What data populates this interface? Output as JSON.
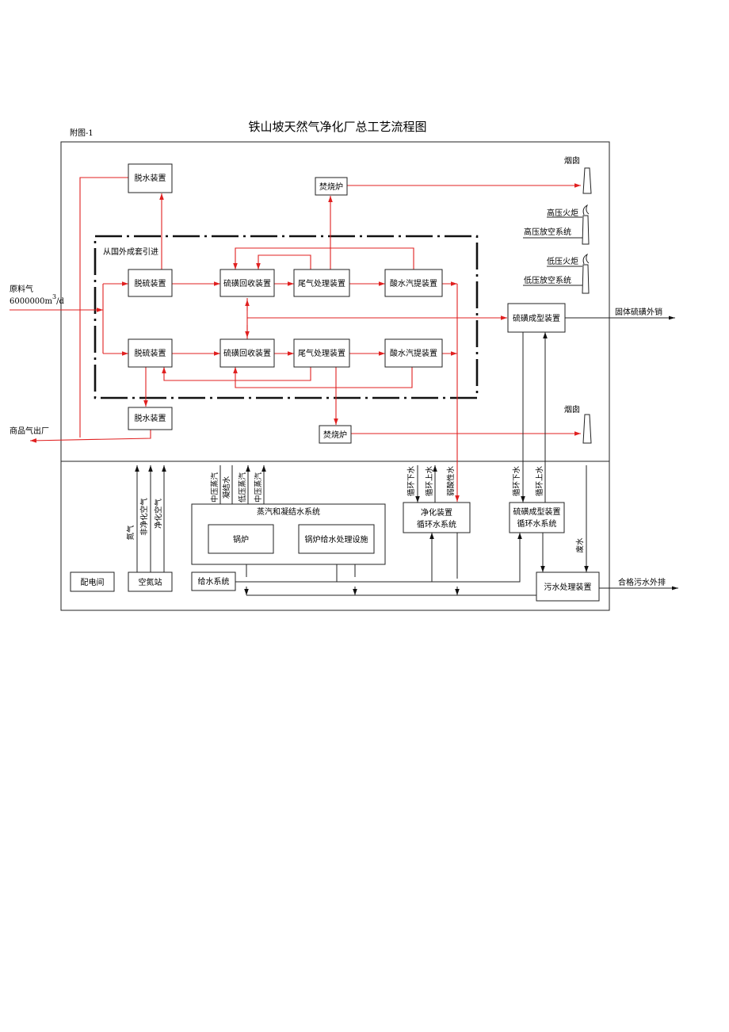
{
  "title": "铁山坡天然气净化厂总工艺流程图",
  "figure_label": "附图-1",
  "inputs": {
    "raw_gas_label": "原料气",
    "raw_gas_rate_number": "6000000m",
    "raw_gas_rate_sup": "3",
    "raw_gas_rate_unit": "/d",
    "foreign_note": "从国外成套引进"
  },
  "outputs": {
    "product_gas": "商品气出厂",
    "solid_sulfur": "固体硫磺外销",
    "wastewater": "合格污水外排"
  },
  "units": {
    "dehydration": "脱水装置",
    "desulfurization": "脱硫装置",
    "sulfur_recovery": "硫磺回收装置",
    "tail_gas": "尾气处理装置",
    "sour_water": "酸水汽提装置",
    "incinerator": "焚烧炉",
    "chimney": "烟囱",
    "hp_flare": "高压火炬",
    "hp_vent": "高压放空系统",
    "lp_flare": "低压火炬",
    "lp_vent": "低压放空系统",
    "sulfur_forming": "硫磺成型装置"
  },
  "utilities": {
    "power_room": "配电间",
    "air_station": "空氮站",
    "nitrogen": "氮气",
    "non_purified_air": "非净化空气",
    "purified_air": "净化空气",
    "steam_system": "蒸汽和凝结水系统",
    "boiler": "锅炉",
    "boiler_feed": "锅炉给水处理设施",
    "water_supply": "给水系统",
    "mp_steam": "中压蒸汽",
    "condensate": "凝结水",
    "lp_steam": "低压蒸汽",
    "purif_cw_line1": "净化装置",
    "purif_cw_line2": "循环水系统",
    "sulfur_cw_line1": "硫磺成型装置",
    "sulfur_cw_line2": "循环水系统",
    "cw_return": "循环下水",
    "cw_supply": "循环上水",
    "acidic_water": "弱酸性水",
    "waste_water": "废水",
    "sewage_treatment": "污水处理装置"
  }
}
